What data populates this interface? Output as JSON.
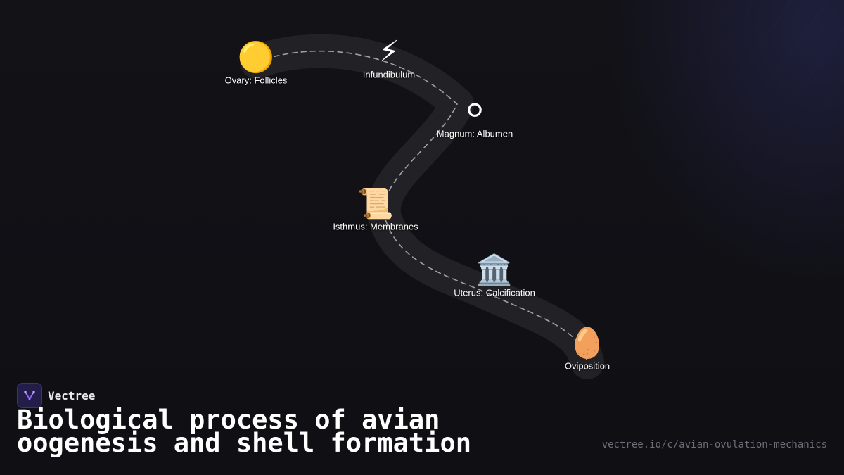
{
  "brand": {
    "name": "Vectree",
    "logo_icon": "vectree-logo-icon"
  },
  "title": "Biological process of avian oogenesis and shell formation",
  "url": "vectree.io/c/avian-ovulation-mechanics",
  "steps": [
    {
      "label": "Ovary: Follicles",
      "icon": "🟡",
      "icon_name": "yellow-circle-icon"
    },
    {
      "label": "Infundibulum",
      "icon": "⚡",
      "icon_name": "lightning-icon"
    },
    {
      "label": "Magnum: Albumen",
      "icon": "⚪",
      "icon_name": "white-circle-icon"
    },
    {
      "label": "Isthmus: Membranes",
      "icon": "📜",
      "icon_name": "scroll-icon"
    },
    {
      "label": "Uterus: Calcification",
      "icon": "🏛️",
      "icon_name": "classical-building-icon"
    },
    {
      "label": "Oviposition",
      "icon": "🥚",
      "icon_name": "egg-icon"
    }
  ],
  "colors": {
    "background": "#111116",
    "path_band": "#222226",
    "path_dash": "#a0a0a8",
    "accent": "#8b5cf6"
  }
}
